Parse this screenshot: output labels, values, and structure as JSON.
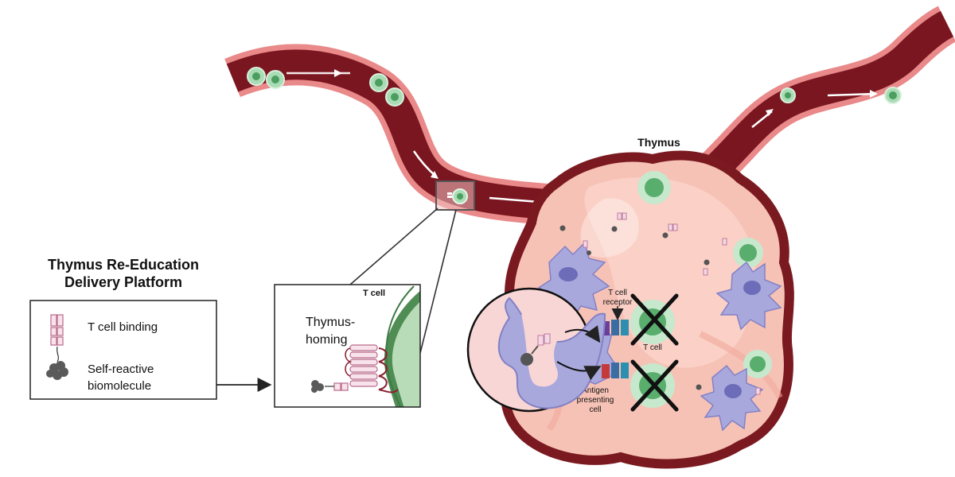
{
  "title": {
    "line1": "Thymus Re-Education",
    "line2": "Delivery Platform"
  },
  "legend": {
    "item1": "T cell binding",
    "item2_line1": "Self-reactive",
    "item2_line2": "biomolecule"
  },
  "zoom_panel": {
    "cell_label": "T cell",
    "homing_line1": "Thymus-",
    "homing_line2": "homing"
  },
  "thymus": {
    "label": "Thymus",
    "tcr_line1": "T cell",
    "tcr_line2": "receptor",
    "tcell_label": "T cell",
    "apc_line1": "Antigen",
    "apc_line2": "presenting",
    "apc_line3": "cell"
  },
  "colors": {
    "vessel_outer": "#e67b7b",
    "vessel_inner": "#7a1620",
    "thymus_fill": "#f9c7bd",
    "thymus_border": "#7a1a20",
    "tcell_green": "#6fbf7a",
    "apc_purple": "#a9a8dd"
  }
}
